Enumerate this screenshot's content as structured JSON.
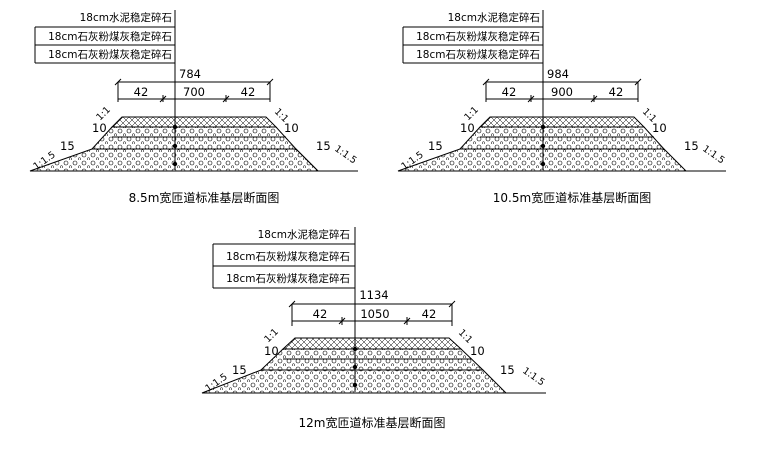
{
  "diagrams": [
    {
      "layers": [
        "18cm水泥稳定碎石",
        "18cm石灰粉煤灰稳定碎石",
        "18cm石灰粉煤灰稳定碎石"
      ],
      "total_width": "784",
      "dims": [
        "42",
        "700",
        "42"
      ],
      "thickness_labels": [
        "10",
        "15"
      ],
      "slope_labels": [
        "1:1",
        "1:1.5"
      ],
      "caption": "8.5m宽匝道标准基层断面图"
    },
    {
      "layers": [
        "18cm水泥稳定碎石",
        "18cm石灰粉煤灰稳定碎石",
        "18cm石灰粉煤灰稳定碎石"
      ],
      "total_width": "984",
      "dims": [
        "42",
        "900",
        "42"
      ],
      "thickness_labels": [
        "10",
        "15"
      ],
      "slope_labels": [
        "1:1",
        "1:1.5"
      ],
      "caption": "10.5m宽匝道标准基层断面图"
    },
    {
      "layers": [
        "18cm水泥稳定碎石",
        "18cm石灰粉煤灰稳定碎石",
        "18cm石灰粉煤灰稳定碎石"
      ],
      "total_width": "1134",
      "dims": [
        "42",
        "1050",
        "42"
      ],
      "thickness_labels": [
        "10",
        "15"
      ],
      "slope_labels": [
        "1:1",
        "1:1.5"
      ],
      "caption": "12m宽匝道标准基层断面图"
    }
  ]
}
